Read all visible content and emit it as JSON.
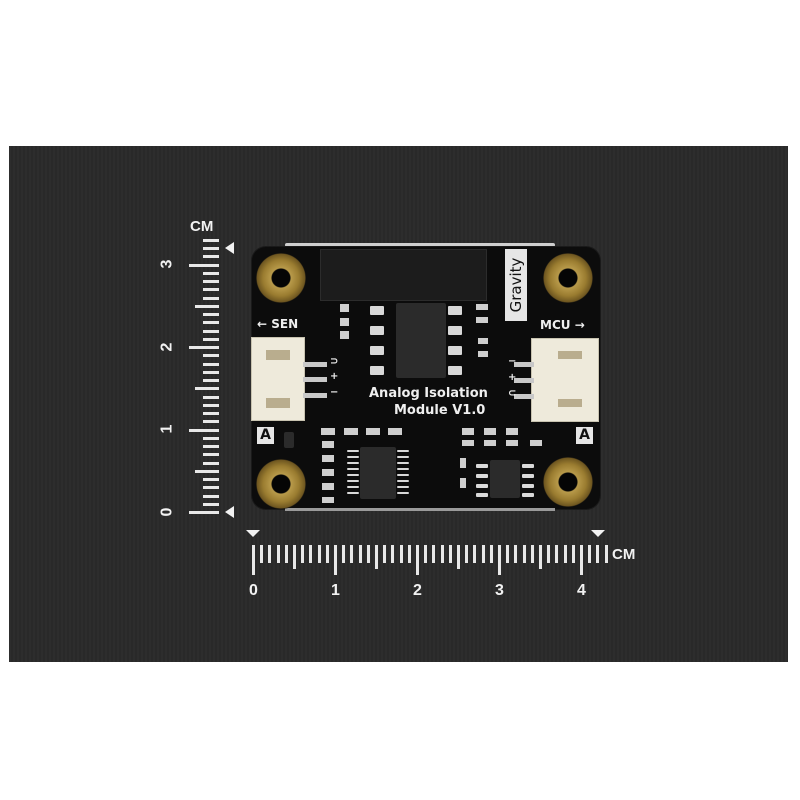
{
  "photo": {
    "subject": "Gravity Analog Isolation Module V1.0 PCB on dark background with centimeter rulers",
    "background_color": "#2a2a2a",
    "page_background": "#ffffff"
  },
  "pcb": {
    "title_line1": "Analog Isolation",
    "title_line2": "Module V1.0",
    "brand": "Gravity",
    "left_port_label": "SEN",
    "right_port_label": "MCU",
    "left_arrow": "←",
    "right_arrow": "→",
    "left_badge": "A",
    "right_badge": "A",
    "left_pin_labels": [
      "⊃",
      "+",
      "−"
    ],
    "right_pin_labels": [
      "−",
      "+",
      "⊂"
    ],
    "board_color": "#0c0c0c",
    "mount_hole_color": "#b89a4a",
    "connector_color": "#eeeadb"
  },
  "ruler_vertical": {
    "unit": "CM",
    "labels": [
      "3",
      "2",
      "1",
      "0"
    ]
  },
  "ruler_horizontal": {
    "unit": "CM",
    "labels": [
      "0",
      "1",
      "2",
      "3",
      "4"
    ]
  }
}
